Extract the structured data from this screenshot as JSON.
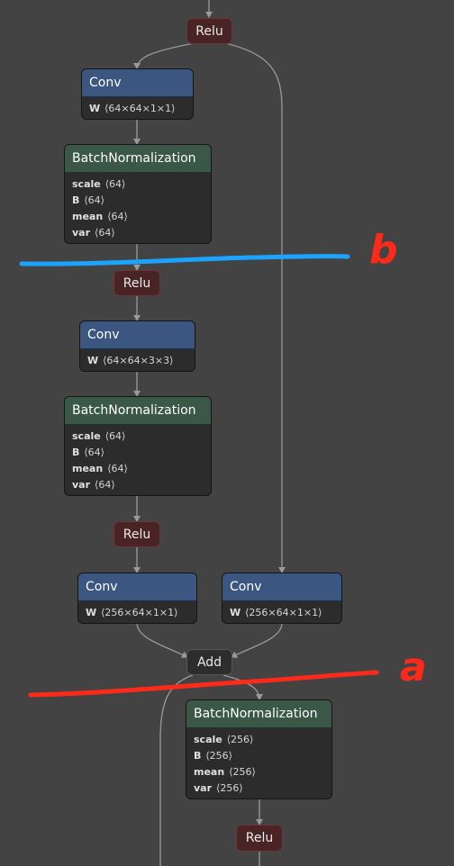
{
  "nodes": {
    "relu1": {
      "label": "Relu"
    },
    "conv1": {
      "label": "Conv",
      "attrs": [
        {
          "name": "W",
          "value": "⟨64×64×1×1⟩"
        }
      ]
    },
    "bn1": {
      "label": "BatchNormalization",
      "attrs": [
        {
          "name": "scale",
          "value": "⟨64⟩"
        },
        {
          "name": "B",
          "value": "⟨64⟩"
        },
        {
          "name": "mean",
          "value": "⟨64⟩"
        },
        {
          "name": "var",
          "value": "⟨64⟩"
        }
      ]
    },
    "relu2": {
      "label": "Relu"
    },
    "conv2": {
      "label": "Conv",
      "attrs": [
        {
          "name": "W",
          "value": "⟨64×64×3×3⟩"
        }
      ]
    },
    "bn2": {
      "label": "BatchNormalization",
      "attrs": [
        {
          "name": "scale",
          "value": "⟨64⟩"
        },
        {
          "name": "B",
          "value": "⟨64⟩"
        },
        {
          "name": "mean",
          "value": "⟨64⟩"
        },
        {
          "name": "var",
          "value": "⟨64⟩"
        }
      ]
    },
    "relu3": {
      "label": "Relu"
    },
    "conv3": {
      "label": "Conv",
      "attrs": [
        {
          "name": "W",
          "value": "⟨256×64×1×1⟩"
        }
      ]
    },
    "conv4": {
      "label": "Conv",
      "attrs": [
        {
          "name": "W",
          "value": "⟨256×64×1×1⟩"
        }
      ]
    },
    "add": {
      "label": "Add"
    },
    "bn3": {
      "label": "BatchNormalization",
      "attrs": [
        {
          "name": "scale",
          "value": "⟨256⟩"
        },
        {
          "name": "B",
          "value": "⟨256⟩"
        },
        {
          "name": "mean",
          "value": "⟨256⟩"
        },
        {
          "name": "var",
          "value": "⟨256⟩"
        }
      ]
    },
    "relu4": {
      "label": "Relu"
    }
  },
  "annotations": {
    "a": {
      "label": "a",
      "color": "#ff2a1a"
    },
    "b": {
      "label": "b",
      "color": "#ff2a1a",
      "line_color": "#1aa3ff"
    }
  },
  "colors": {
    "background": "#434343",
    "conv_header": "#3a5681",
    "bn_header": "#3a5747",
    "relu_fill": "#4a2424",
    "edge": "#9a9a9a"
  }
}
